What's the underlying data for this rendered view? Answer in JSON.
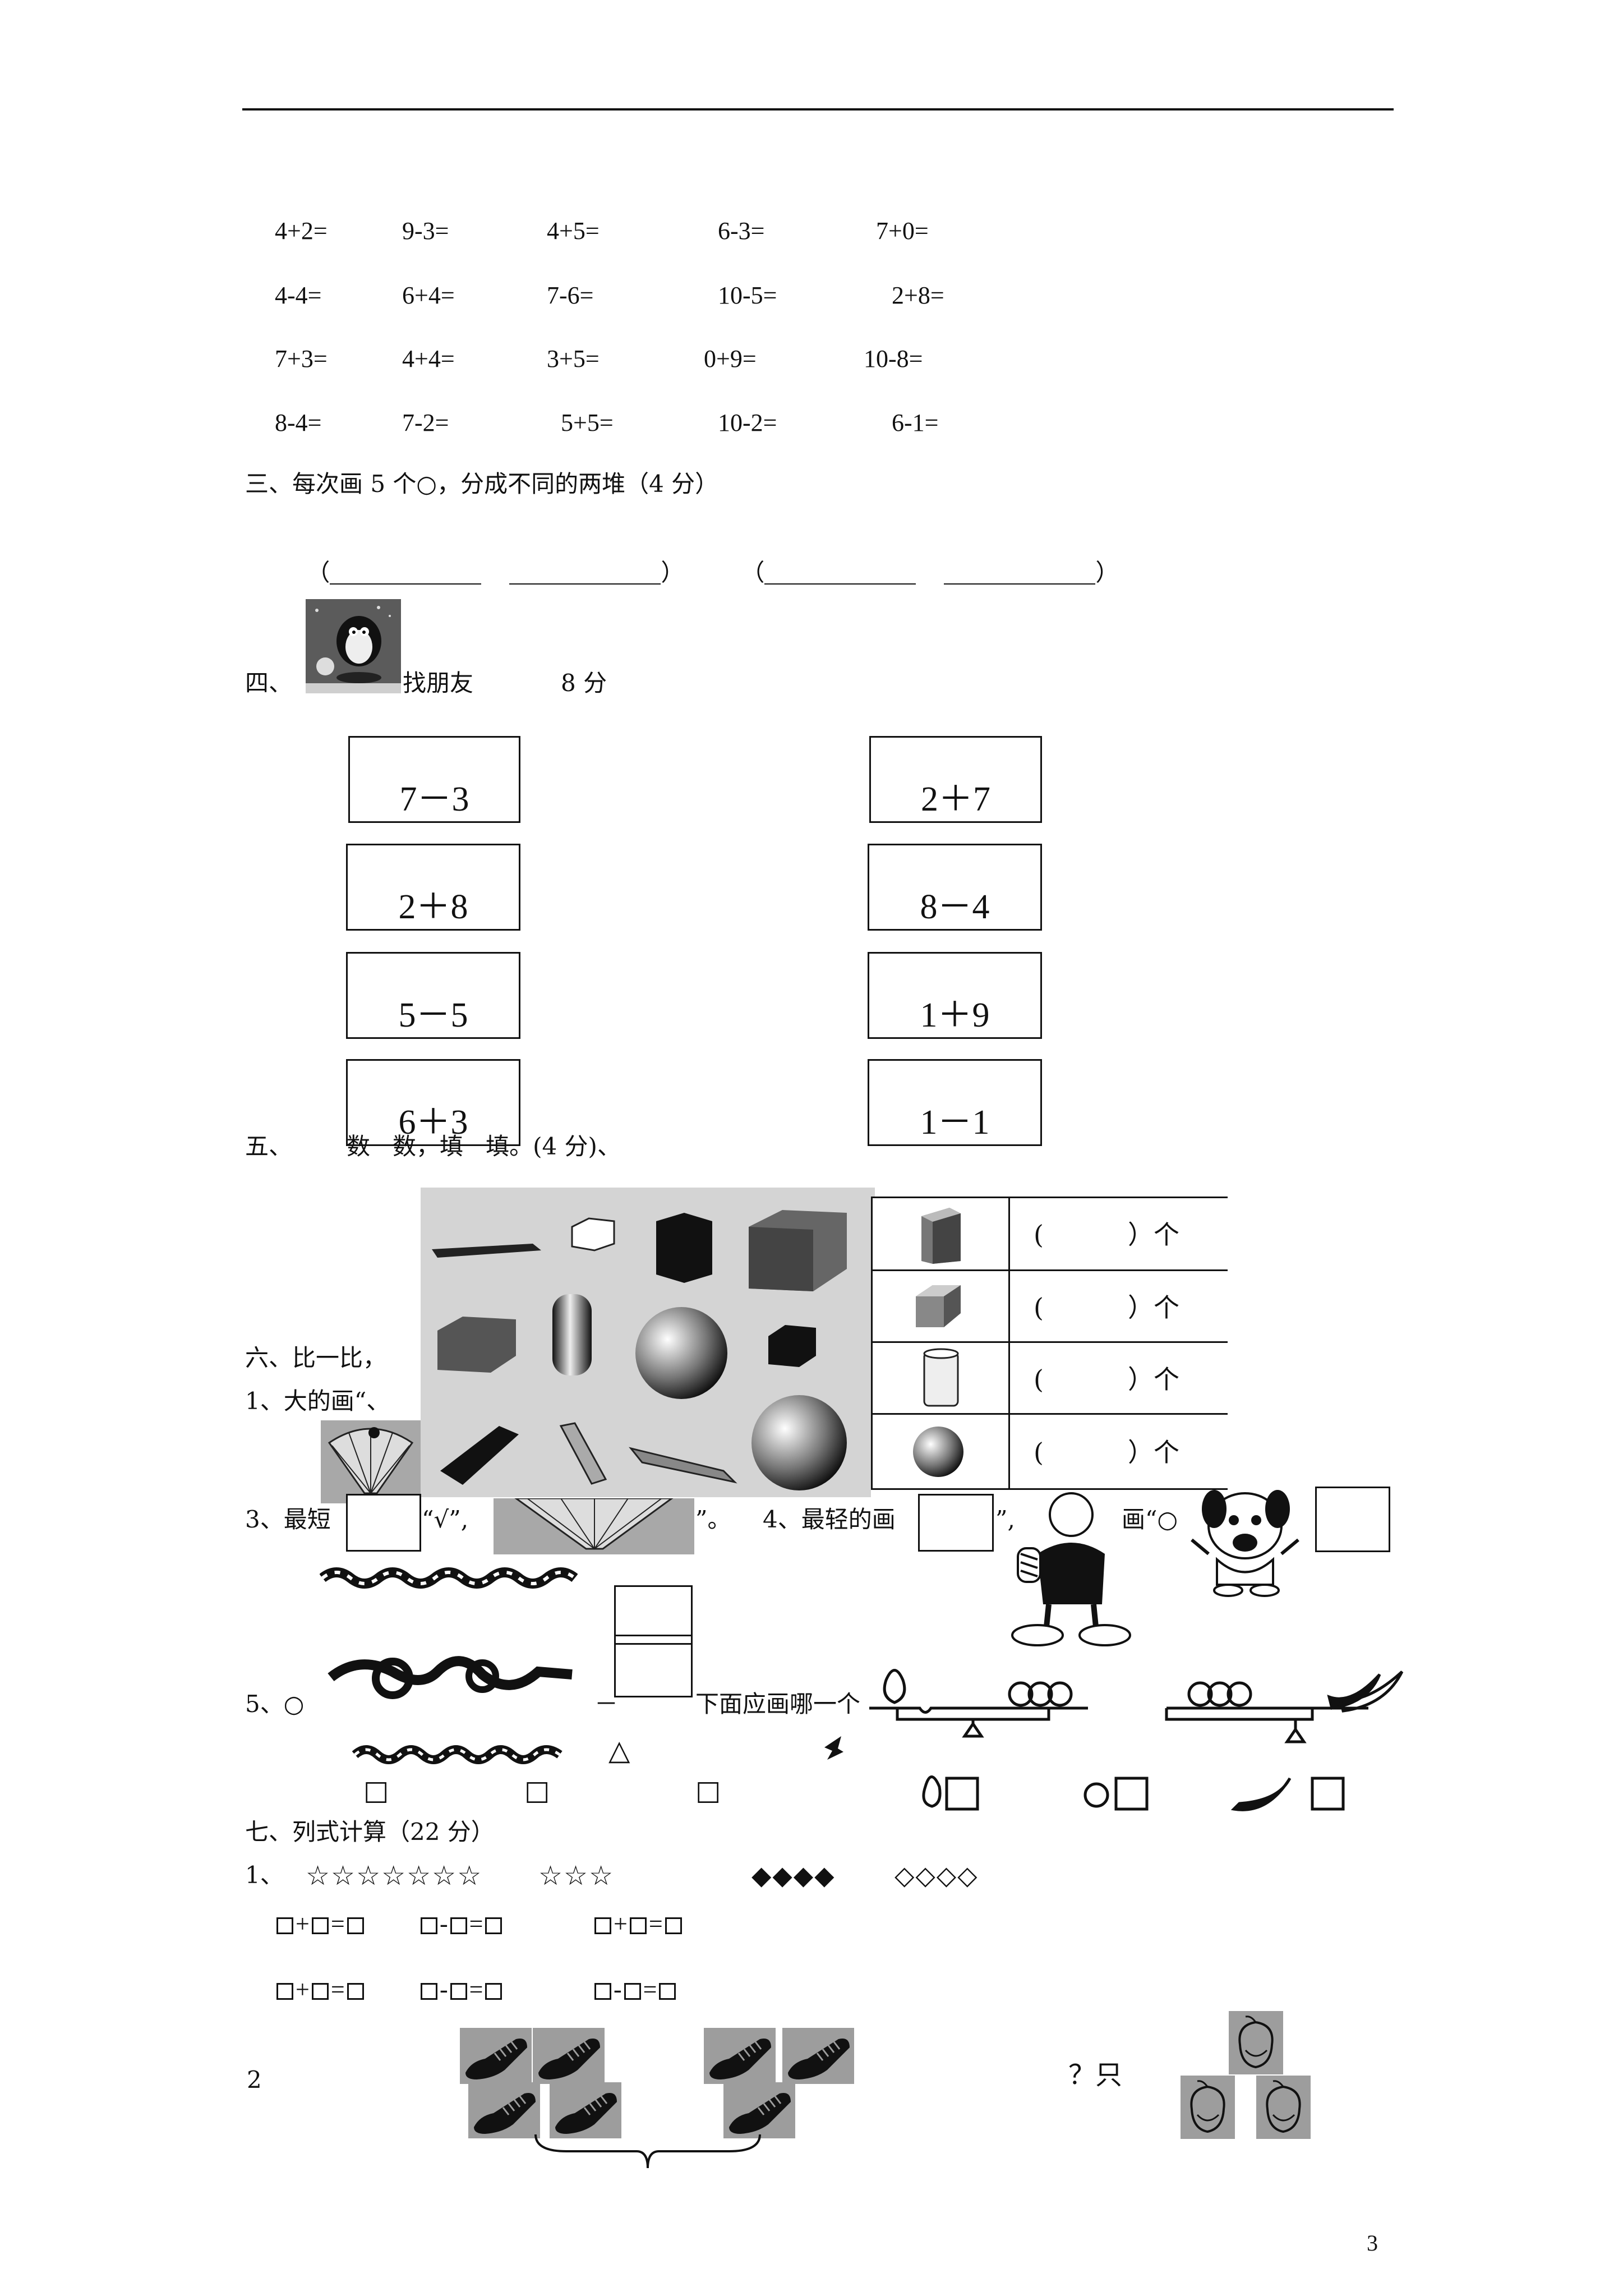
{
  "arithmetic": {
    "rows": [
      [
        "4+2=",
        "9-3=",
        "4+5=",
        "6-3=",
        "7+0="
      ],
      [
        "4-4=",
        "6+4=",
        "7-6=",
        "10-5=",
        "2+8="
      ],
      [
        "7+3=",
        "4+4=",
        "3+5=",
        "0+9=",
        "10-8="
      ],
      [
        "8-4=",
        "7-2=",
        "5+5=",
        "10-2=",
        "6-1="
      ]
    ]
  },
  "section3": {
    "title": "三、每次画 5 个○，分成不同的两堆（4 分）",
    "open_paren": "（",
    "close_paren": "）"
  },
  "section4": {
    "prefix": "四、",
    "title": "找朋友",
    "score": "8 分",
    "left_cards": [
      "7－3",
      "2＋8",
      "5－5",
      "6＋3"
    ],
    "right_cards": [
      "2＋7",
      "8－4",
      "1＋9",
      "1－1"
    ]
  },
  "section5": {
    "prefix": "五、",
    "visible_text": "数   数，填   填。(4 分)、",
    "unit_rows": [
      {
        "open": "(",
        "close": "）个"
      },
      {
        "open": "(",
        "close": "）个"
      },
      {
        "open": "(",
        "close": "）个"
      },
      {
        "open": "(",
        "close": "）个"
      }
    ]
  },
  "section6": {
    "title": "六、比一比，",
    "item1": "1、大的画“、",
    "item3a": "3、最短",
    "item3b": "“√”,",
    "item3c": "”。",
    "item4a": "4、最轻的画",
    "item4b": "”,",
    "item4c": "画“○",
    "item5a": "5、○",
    "item5b": "－",
    "item5c": "下面应画哪一个",
    "triangle": "△",
    "checkbox": "□"
  },
  "section7": {
    "title": "七、列式计算（22 分）",
    "q1_label": "1、",
    "white_stars": "☆☆☆☆☆☆☆",
    "white_stars2": "☆☆☆",
    "black_diamonds": "◆◆◆◆",
    "white_diamonds": "◇◇◇◇",
    "ops": {
      "plus": "+",
      "minus": "-",
      "equals": "="
    },
    "q2_label": "2",
    "q2_question": "？只"
  },
  "page_number": "3",
  "colors": {
    "ink": "#111111",
    "photo_gray": "#9d9d9d",
    "paper": "#ffffff"
  }
}
